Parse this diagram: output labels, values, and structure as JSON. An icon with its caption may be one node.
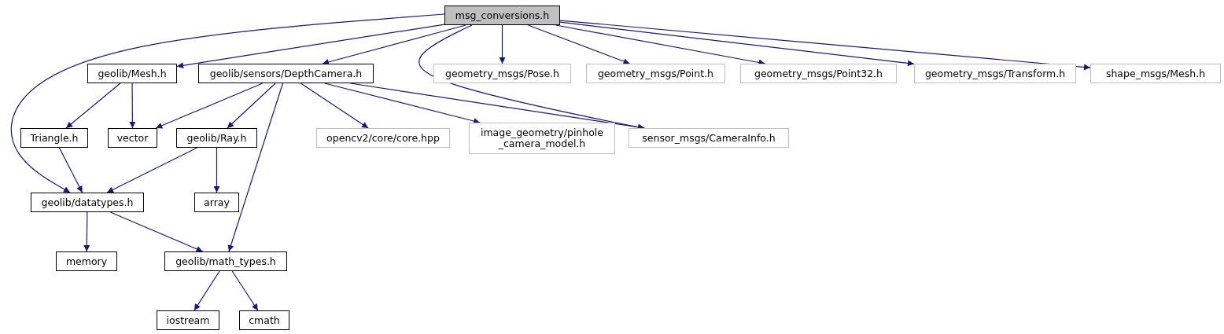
{
  "diagram": {
    "nodes": [
      {
        "text": [
          "msg_conversions.h"
        ]
      },
      {
        "text": [
          "geolib/Mesh.h"
        ]
      },
      {
        "text": [
          "geolib/sensors/DepthCamera.h"
        ]
      },
      {
        "text": [
          "geometry_msgs/Pose.h"
        ]
      },
      {
        "text": [
          "geometry_msgs/Point.h"
        ]
      },
      {
        "text": [
          "geometry_msgs/Point32.h"
        ]
      },
      {
        "text": [
          "geometry_msgs/Transform.h"
        ]
      },
      {
        "text": [
          "shape_msgs/Mesh.h"
        ]
      },
      {
        "text": [
          "Triangle.h"
        ]
      },
      {
        "text": [
          "vector"
        ]
      },
      {
        "text": [
          "geolib/Ray.h"
        ]
      },
      {
        "text": [
          "opencv2/core/core.hpp"
        ]
      },
      {
        "text": [
          "image_geometry/pinhole _camera_model.h"
        ]
      },
      {
        "text": [
          "sensor_msgs/CameraInfo.h"
        ]
      },
      {
        "text": [
          "geolib/datatypes.h"
        ]
      },
      {
        "text": [
          "array"
        ]
      },
      {
        "text": [
          "memory"
        ]
      },
      {
        "text": [
          "geolib/math_types.h"
        ]
      },
      {
        "text": [
          "iostream"
        ]
      },
      {
        "text": [
          "cmath"
        ]
      }
    ],
    "edges": [
      {
        "from": 0,
        "to": 14,
        "arrow": "to"
      },
      {
        "from": 0,
        "to": 1,
        "arrow": "to"
      },
      {
        "from": 0,
        "to": 2,
        "arrow": "to"
      },
      {
        "from": 0,
        "to": 13,
        "arrow": "to"
      },
      {
        "from": 0,
        "to": 3,
        "arrow": "to"
      },
      {
        "from": 0,
        "to": 4,
        "arrow": "to"
      },
      {
        "from": 0,
        "to": 5,
        "arrow": "to"
      },
      {
        "from": 0,
        "to": 6,
        "arrow": "to"
      },
      {
        "from": 0,
        "to": 7,
        "arrow": "to"
      },
      {
        "from": 1,
        "to": 8,
        "arrow": "to"
      },
      {
        "from": 1,
        "to": 9,
        "arrow": "to"
      },
      {
        "from": 2,
        "to": 9,
        "arrow": "to"
      },
      {
        "from": 2,
        "to": 10,
        "arrow": "to"
      },
      {
        "from": 2,
        "to": 17,
        "arrow": "to"
      },
      {
        "from": 2,
        "to": 11,
        "arrow": "to"
      },
      {
        "from": 2,
        "to": 12,
        "arrow": "to"
      },
      {
        "from": 2,
        "to": 13,
        "arrow": "to"
      },
      {
        "from": 8,
        "to": 14,
        "arrow": "to"
      },
      {
        "from": 10,
        "to": 14,
        "arrow": "to"
      },
      {
        "from": 10,
        "to": 15,
        "arrow": "to"
      },
      {
        "from": 14,
        "to": 16,
        "arrow": "to"
      },
      {
        "from": 14,
        "to": 17,
        "arrow": "to"
      },
      {
        "from": 17,
        "to": 18,
        "arrow": "to"
      },
      {
        "from": 17,
        "to": 19,
        "arrow": "to"
      }
    ]
  }
}
